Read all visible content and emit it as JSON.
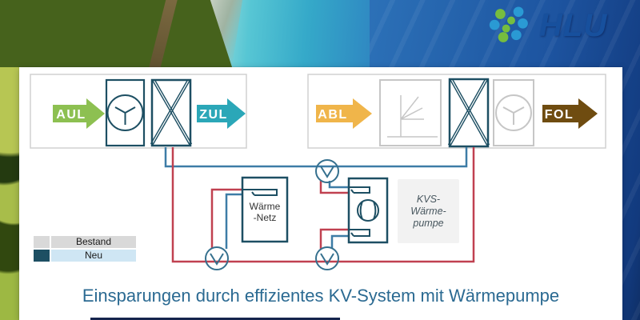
{
  "logo": {
    "text": "HLU",
    "colors": {
      "text_blue": "#17509d",
      "icon_green": "#76bd3f",
      "icon_blue": "#2a9ad4"
    }
  },
  "diagram": {
    "supply_unit": {
      "inlet": "AUL",
      "outlet": "ZUL"
    },
    "extract_unit": {
      "inlet": "ABL",
      "outlet": "FOL"
    },
    "heat_network_label": [
      "Wärme",
      "-Netz"
    ],
    "heat_pump_label": [
      "KVS-",
      "Wärme-",
      "pumpe"
    ],
    "colors": {
      "new_component": "#1d4f63",
      "existing_component": "#c6c6c6",
      "pipe_warm": "#c04150",
      "pipe_cold": "#3d7ca6",
      "arrow_aul": "#8dc051",
      "arrow_zul": "#2ba7b8",
      "arrow_abl": "#f0b54a",
      "arrow_fol": "#6f4c10"
    }
  },
  "legend": {
    "items": [
      {
        "label": "Bestand",
        "swatch": "#d9d9d9",
        "row_bg": "#d9d9d9"
      },
      {
        "label": "Neu",
        "swatch": "#1d4f63",
        "row_bg": "#cfe6f4"
      }
    ]
  },
  "caption": {
    "text": "Einsparungen durch effizientes KV-System mit Wärmepumpe",
    "color": "#2b6a92"
  }
}
